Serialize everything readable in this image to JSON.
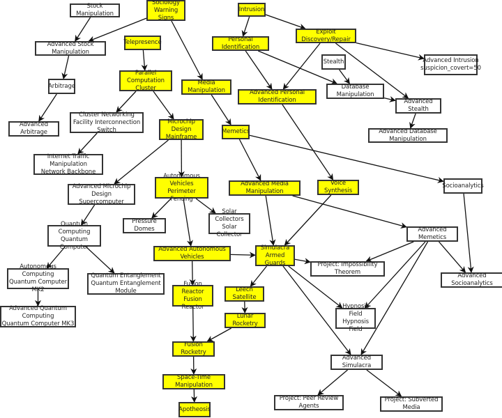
{
  "diagram": {
    "type": "research-tree",
    "colors": {
      "researched": "#ffff00",
      "unresearched": "#ffffff",
      "border": "#333333",
      "edge": "#111111"
    },
    "nodes": [
      {
        "id": "stock_manipulation",
        "label": "Stock Manipulation",
        "researched": false
      },
      {
        "id": "sociology",
        "label": "Sociology\nWarning Signs",
        "researched": true
      },
      {
        "id": "intrusion",
        "label": "Intrusion",
        "researched": true
      },
      {
        "id": "adv_stock",
        "label": "Advanced Stock Manipulation",
        "researched": false
      },
      {
        "id": "telepresence",
        "label": "Telepresence",
        "researched": true
      },
      {
        "id": "personal_id",
        "label": "Personal Identification",
        "researched": true
      },
      {
        "id": "exploit",
        "label": "Exploit Discovery/Repair",
        "researched": true
      },
      {
        "id": "stealth",
        "label": "Stealth",
        "researched": false
      },
      {
        "id": "adv_intrusion",
        "label": "Advanced Intrusion\nsuspicion_covert=50",
        "researched": false
      },
      {
        "id": "arbitrage",
        "label": "Arbitrage",
        "researched": false
      },
      {
        "id": "parallel",
        "label": "Parallel Computation\nCluster",
        "researched": true
      },
      {
        "id": "media_manip",
        "label": "Media Manipulation",
        "researched": true
      },
      {
        "id": "db_manip",
        "label": "Database Manipulation",
        "researched": false
      },
      {
        "id": "adv_personal_id",
        "label": "Advanced Personal Identification",
        "researched": true
      },
      {
        "id": "adv_stealth",
        "label": "Advanced Stealth",
        "researched": false
      },
      {
        "id": "cluster_net",
        "label": "Cluster Networking\nFacility Interconnection Switch",
        "researched": false
      },
      {
        "id": "adv_arbitrage",
        "label": "Advanced Arbitrage",
        "researched": false
      },
      {
        "id": "microchip",
        "label": "Microchip Design\nMainframe",
        "researched": true
      },
      {
        "id": "memetics",
        "label": "Memetics",
        "researched": true
      },
      {
        "id": "adv_db_manip",
        "label": "Advanced Database Manipulation",
        "researched": false
      },
      {
        "id": "internet_traffic",
        "label": "Internet Traffic Manipulation\nNetwork Backbone",
        "researched": false
      },
      {
        "id": "adv_microchip",
        "label": "Advanced Microchip Design\nSupercomputer",
        "researched": false
      },
      {
        "id": "auto_vehicles",
        "label": "Autonomous Vehicles\nPerimeter Fencing",
        "researched": true
      },
      {
        "id": "adv_media",
        "label": "Advanced Media Manipulation",
        "researched": true
      },
      {
        "id": "voice_synth",
        "label": "Voice Synthesis",
        "researched": true
      },
      {
        "id": "socioanalytics",
        "label": "Socioanalytics",
        "researched": false
      },
      {
        "id": "pressure_domes",
        "label": "Pressure Domes",
        "researched": false
      },
      {
        "id": "solar",
        "label": "Solar Collectors\nSolar Collector",
        "researched": false
      },
      {
        "id": "quantum",
        "label": "Quantum Computing\nQuantum Computer",
        "researched": false
      },
      {
        "id": "adv_memetics",
        "label": "Advanced Memetics",
        "researched": false
      },
      {
        "id": "adv_auto_vehicles",
        "label": "Advanced Autonomous Vehicles",
        "researched": true
      },
      {
        "id": "simulacra",
        "label": "Simulacra\nArmed Guards",
        "researched": true
      },
      {
        "id": "impossibility",
        "label": "Project: Impossibility Theorem",
        "researched": false
      },
      {
        "id": "auto_computing",
        "label": "Autonomous Computing\nQuantum Computer MK2",
        "researched": false
      },
      {
        "id": "entanglement",
        "label": "Quantum Entanglement\nQuantum Entanglement Module",
        "researched": false
      },
      {
        "id": "adv_socioanalytics",
        "label": "Advanced Socioanalytics",
        "researched": false
      },
      {
        "id": "fusion_reactor",
        "label": "Fusion Reactor\nFusion Reactor",
        "researched": true
      },
      {
        "id": "leech",
        "label": "Leech Satellite",
        "researched": true
      },
      {
        "id": "adv_quantum",
        "label": "Advanced Quantum Computing\nQuantum Computer MK3",
        "researched": false
      },
      {
        "id": "hypnosis",
        "label": "Hypnosis Field\nHypnosis Field",
        "researched": false
      },
      {
        "id": "lunar",
        "label": "Lunar Rocketry",
        "researched": true
      },
      {
        "id": "fusion_rocketry",
        "label": "Fusion Rocketry",
        "researched": true
      },
      {
        "id": "adv_simulacra",
        "label": "Advanced Simulacra",
        "researched": false
      },
      {
        "id": "spacetime",
        "label": "Space-Time Manipulation",
        "researched": true
      },
      {
        "id": "peer_review",
        "label": "Project: Peer Review Agents",
        "researched": false
      },
      {
        "id": "subverted_media",
        "label": "Project: Subverted Media",
        "researched": false
      },
      {
        "id": "apotheosis",
        "label": "Apotheosis",
        "researched": true
      }
    ],
    "edges": [
      [
        "stock_manipulation",
        "adv_stock"
      ],
      [
        "sociology",
        "adv_stock"
      ],
      [
        "sociology",
        "media_manip"
      ],
      [
        "adv_stock",
        "arbitrage"
      ],
      [
        "arbitrage",
        "adv_arbitrage"
      ],
      [
        "telepresence",
        "parallel"
      ],
      [
        "parallel",
        "cluster_net"
      ],
      [
        "parallel",
        "microchip"
      ],
      [
        "cluster_net",
        "internet_traffic"
      ],
      [
        "intrusion",
        "personal_id"
      ],
      [
        "intrusion",
        "exploit"
      ],
      [
        "personal_id",
        "adv_personal_id"
      ],
      [
        "personal_id",
        "db_manip"
      ],
      [
        "exploit",
        "adv_personal_id"
      ],
      [
        "exploit",
        "adv_stealth"
      ],
      [
        "exploit",
        "adv_intrusion"
      ],
      [
        "stealth",
        "db_manip"
      ],
      [
        "db_manip",
        "adv_stealth"
      ],
      [
        "adv_stealth",
        "adv_db_manip"
      ],
      [
        "media_manip",
        "memetics"
      ],
      [
        "memetics",
        "adv_media"
      ],
      [
        "memetics",
        "socioanalytics"
      ],
      [
        "adv_personal_id",
        "voice_synth"
      ],
      [
        "microchip",
        "adv_microchip"
      ],
      [
        "microchip",
        "auto_vehicles"
      ],
      [
        "adv_microchip",
        "quantum"
      ],
      [
        "quantum",
        "auto_computing"
      ],
      [
        "quantum",
        "entanglement"
      ],
      [
        "auto_computing",
        "adv_quantum"
      ],
      [
        "auto_vehicles",
        "pressure_domes"
      ],
      [
        "auto_vehicles",
        "solar"
      ],
      [
        "auto_vehicles",
        "adv_auto_vehicles"
      ],
      [
        "adv_media",
        "simulacra"
      ],
      [
        "adv_media",
        "adv_memetics"
      ],
      [
        "voice_synth",
        "simulacra"
      ],
      [
        "adv_auto_vehicles",
        "simulacra"
      ],
      [
        "adv_auto_vehicles",
        "fusion_reactor"
      ],
      [
        "simulacra",
        "impossibility"
      ],
      [
        "simulacra",
        "leech"
      ],
      [
        "simulacra",
        "hypnosis"
      ],
      [
        "simulacra",
        "adv_simulacra"
      ],
      [
        "adv_memetics",
        "impossibility"
      ],
      [
        "adv_memetics",
        "hypnosis"
      ],
      [
        "adv_memetics",
        "adv_simulacra"
      ],
      [
        "adv_memetics",
        "adv_socioanalytics"
      ],
      [
        "socioanalytics",
        "adv_socioanalytics"
      ],
      [
        "leech",
        "lunar"
      ],
      [
        "lunar",
        "fusion_rocketry"
      ],
      [
        "fusion_reactor",
        "fusion_rocketry"
      ],
      [
        "fusion_rocketry",
        "spacetime"
      ],
      [
        "spacetime",
        "apotheosis"
      ],
      [
        "adv_simulacra",
        "peer_review"
      ],
      [
        "adv_simulacra",
        "subverted_media"
      ]
    ]
  }
}
